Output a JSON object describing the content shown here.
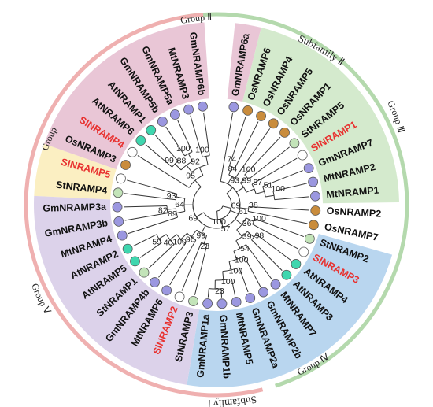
{
  "subfamilies": [
    {
      "name": "Subfamily Ⅱ",
      "color": "#b4d9ad"
    },
    {
      "name": "Subfamily Ⅰ",
      "color": "#efb0b0"
    }
  ],
  "groups": [
    {
      "name": "Group Ⅰ",
      "color": "#fbefc2"
    },
    {
      "name": "Group Ⅱ",
      "color": "#e9c6d6"
    },
    {
      "name": "Group Ⅲ",
      "color": "#d4eacd"
    },
    {
      "name": "Group Ⅳ",
      "color": "#b9d6ef"
    },
    {
      "name": "Group Ⅴ",
      "color": "#dcd2ea"
    }
  ],
  "leaves": [
    {
      "name": "GmNRAMP6a",
      "highlight": false,
      "dot": "#9b97e0"
    },
    {
      "name": "OsNRAMP6",
      "highlight": false,
      "dot": "#c98c3c"
    },
    {
      "name": "OsNRAMP4",
      "highlight": false,
      "dot": "#c98c3c"
    },
    {
      "name": "OsNRAMP5",
      "highlight": false,
      "dot": "#c98c3c"
    },
    {
      "name": "OsNRAMP1",
      "highlight": false,
      "dot": "#c98c3c"
    },
    {
      "name": "StNRAMP5",
      "highlight": false,
      "dot": "#c3e4b9"
    },
    {
      "name": "SlNRAMP1",
      "highlight": true,
      "dot": "#ffffff"
    },
    {
      "name": "GmNRAMP7",
      "highlight": false,
      "dot": "#9b97e0"
    },
    {
      "name": "MtNRAMP2",
      "highlight": false,
      "dot": "#9b97e0"
    },
    {
      "name": "MtNRAMP1",
      "highlight": false,
      "dot": "#9b97e0"
    },
    {
      "name": "OsNRAMP2",
      "highlight": false,
      "dot": "#c98c3c"
    },
    {
      "name": "OsNRAMP7",
      "highlight": false,
      "dot": "#c98c3c"
    },
    {
      "name": "StNRAMP2",
      "highlight": false,
      "dot": "#c3e4b9"
    },
    {
      "name": "SlNRAMP3",
      "highlight": true,
      "dot": "#ffffff"
    },
    {
      "name": "AtNRAMP4",
      "highlight": false,
      "dot": "#3fd6ae"
    },
    {
      "name": "AtNRAMP3",
      "highlight": false,
      "dot": "#3fd6ae"
    },
    {
      "name": "MtNRAMP7",
      "highlight": false,
      "dot": "#9b97e0"
    },
    {
      "name": "GmNRAMP2b",
      "highlight": false,
      "dot": "#9b97e0"
    },
    {
      "name": "GmNRAMP2a",
      "highlight": false,
      "dot": "#9b97e0"
    },
    {
      "name": "MtNRAMP5",
      "highlight": false,
      "dot": "#9b97e0"
    },
    {
      "name": "GmNRAMP1b",
      "highlight": false,
      "dot": "#9b97e0"
    },
    {
      "name": "GmNRAMP1a",
      "highlight": false,
      "dot": "#9b97e0"
    },
    {
      "name": "StNRAMP3",
      "highlight": false,
      "dot": "#c3e4b9"
    },
    {
      "name": "SlNRAMP2",
      "highlight": true,
      "dot": "#ffffff"
    },
    {
      "name": "MtNRAMP6",
      "highlight": false,
      "dot": "#9b97e0"
    },
    {
      "name": "GmNRAMP4b",
      "highlight": false,
      "dot": "#9b97e0"
    },
    {
      "name": "StNRAMP1",
      "highlight": false,
      "dot": "#c3e4b9"
    },
    {
      "name": "AtNRAMP5",
      "highlight": false,
      "dot": "#3fd6ae"
    },
    {
      "name": "AtNRAMP2",
      "highlight": false,
      "dot": "#3fd6ae"
    },
    {
      "name": "MtNRAMP4",
      "highlight": false,
      "dot": "#9b97e0"
    },
    {
      "name": "GmNRAMP3b",
      "highlight": false,
      "dot": "#9b97e0"
    },
    {
      "name": "GmNRAMP3a",
      "highlight": false,
      "dot": "#9b97e0"
    },
    {
      "name": "StNRAMP4",
      "highlight": false,
      "dot": "#c3e4b9"
    },
    {
      "name": "SlNRAMP5",
      "highlight": true,
      "dot": "#ffffff"
    },
    {
      "name": "OsNRAMP3",
      "highlight": false,
      "dot": "#c98c3c"
    },
    {
      "name": "SlNRAMP4",
      "highlight": true,
      "dot": "#ffffff"
    },
    {
      "name": "AtNRAMP6",
      "highlight": false,
      "dot": "#3fd6ae"
    },
    {
      "name": "AtNRAMP1",
      "highlight": false,
      "dot": "#3fd6ae"
    },
    {
      "name": "GmNRAMP5b",
      "highlight": false,
      "dot": "#9b97e0"
    },
    {
      "name": "GmNRAMP5a",
      "highlight": false,
      "dot": "#9b97e0"
    },
    {
      "name": "MtNRAMP3",
      "highlight": false,
      "dot": "#9b97e0"
    },
    {
      "name": "GmNRAMP6b",
      "highlight": false,
      "dot": "#9b97e0"
    }
  ],
  "bootstrap_values": [
    "99",
    "100",
    "88",
    "100",
    "92",
    "95",
    "57",
    "74",
    "84",
    "100",
    "100",
    "51",
    "87",
    "99",
    "93",
    "69",
    "38",
    "100",
    "98",
    "23",
    "100",
    "100",
    "100",
    "54",
    "39",
    "36",
    "61",
    "23",
    "59",
    "40",
    "100",
    "96",
    "99",
    "82",
    "89",
    "93",
    "64",
    "69",
    "100"
  ],
  "colors": {
    "highlight_text": "#e8312f",
    "label_text": "#111111",
    "branch": "#333333"
  }
}
